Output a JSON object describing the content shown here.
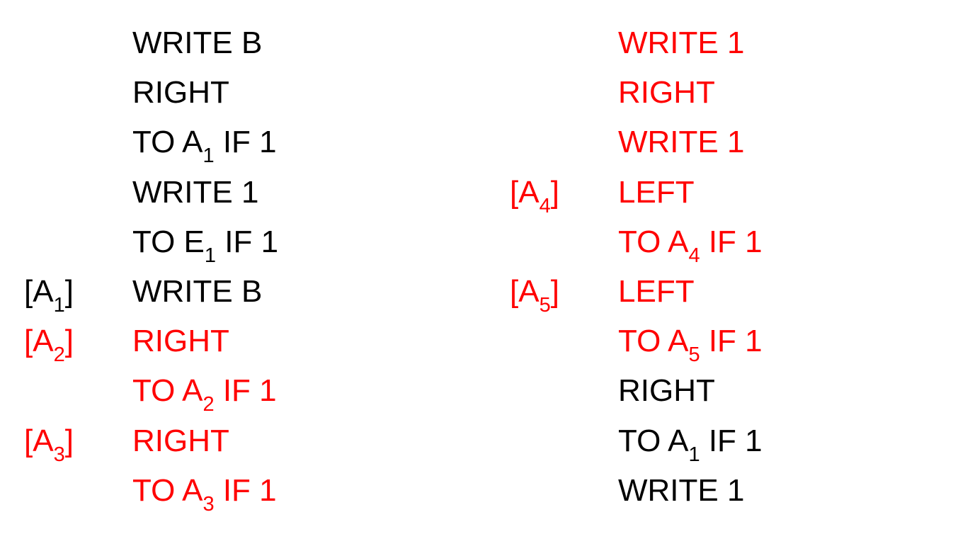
{
  "colors": {
    "default": "#000000",
    "highlight": "#ff0000"
  },
  "left_column": [
    {
      "label": "",
      "label_sub": "",
      "text": "WRITE B",
      "sub": "",
      "rest": "",
      "color": "black",
      "label_color": "black"
    },
    {
      "label": "",
      "label_sub": "",
      "text": "RIGHT",
      "sub": "",
      "rest": "",
      "color": "black",
      "label_color": "black"
    },
    {
      "label": "",
      "label_sub": "",
      "text": "TO A",
      "sub": "1",
      "rest": " IF 1",
      "color": "black",
      "label_color": "black"
    },
    {
      "label": "",
      "label_sub": "",
      "text": "WRITE 1",
      "sub": "",
      "rest": "",
      "color": "black",
      "label_color": "black"
    },
    {
      "label": "",
      "label_sub": "",
      "text": "TO E",
      "sub": "1",
      "rest": " IF 1",
      "color": "black",
      "label_color": "black"
    },
    {
      "label": "[A",
      "label_sub": "1",
      "text": "WRITE B",
      "sub": "",
      "rest": "",
      "color": "black",
      "label_color": "black"
    },
    {
      "label": "[A",
      "label_sub": "2",
      "text": "RIGHT",
      "sub": "",
      "rest": "",
      "color": "red",
      "label_color": "red"
    },
    {
      "label": "",
      "label_sub": "",
      "text": "TO A",
      "sub": "2",
      "rest": " IF 1",
      "color": "red",
      "label_color": "red"
    },
    {
      "label": "[A",
      "label_sub": "3",
      "text": "RIGHT",
      "sub": "",
      "rest": "",
      "color": "red",
      "label_color": "red"
    },
    {
      "label": "",
      "label_sub": "",
      "text": "TO A",
      "sub": "3",
      "rest": " IF 1",
      "color": "red",
      "label_color": "red"
    }
  ],
  "right_column": [
    {
      "label": "",
      "label_sub": "",
      "text": "WRITE 1",
      "sub": "",
      "rest": "",
      "color": "red",
      "label_color": "red"
    },
    {
      "label": "",
      "label_sub": "",
      "text": "RIGHT",
      "sub": "",
      "rest": "",
      "color": "red",
      "label_color": "red"
    },
    {
      "label": "",
      "label_sub": "",
      "text": "WRITE 1",
      "sub": "",
      "rest": "",
      "color": "red",
      "label_color": "red"
    },
    {
      "label": "[A",
      "label_sub": "4",
      "text": "LEFT",
      "sub": "",
      "rest": "",
      "color": "red",
      "label_color": "red"
    },
    {
      "label": "",
      "label_sub": "",
      "text": "TO A",
      "sub": "4",
      "rest": " IF 1",
      "color": "red",
      "label_color": "red"
    },
    {
      "label": "[A",
      "label_sub": "5",
      "text": "LEFT",
      "sub": "",
      "rest": "",
      "color": "red",
      "label_color": "red"
    },
    {
      "label": "",
      "label_sub": "",
      "text": "TO A",
      "sub": "5",
      "rest": " IF 1",
      "color": "red",
      "label_color": "red"
    },
    {
      "label": "",
      "label_sub": "",
      "text": "RIGHT",
      "sub": "",
      "rest": "",
      "color": "black",
      "label_color": "black"
    },
    {
      "label": "",
      "label_sub": "",
      "text": "TO A",
      "sub": "1",
      "rest": " IF 1",
      "color": "black",
      "label_color": "black"
    },
    {
      "label": "",
      "label_sub": "",
      "text": "WRITE 1",
      "sub": "",
      "rest": "",
      "color": "black",
      "label_color": "black"
    }
  ]
}
